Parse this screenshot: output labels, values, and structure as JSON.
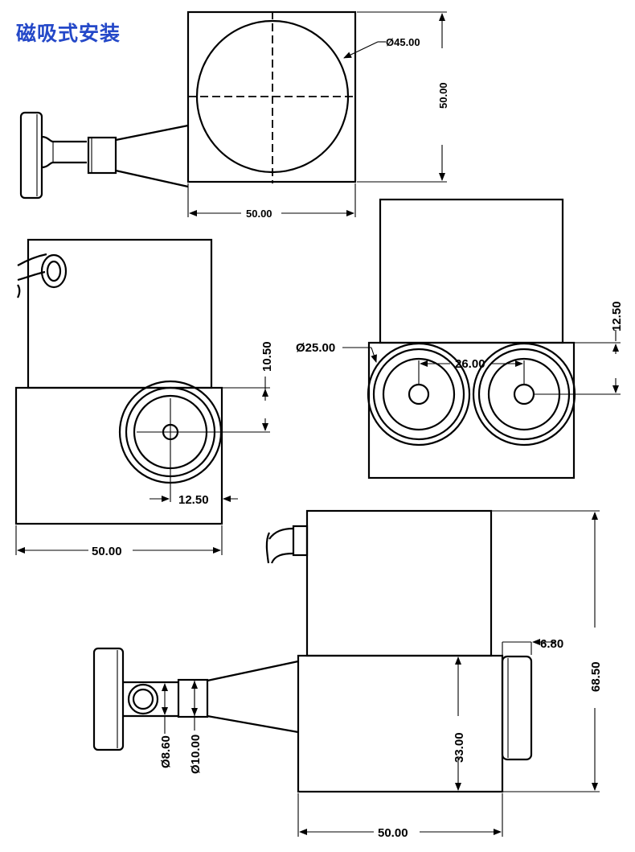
{
  "title": "磁吸式安装",
  "dimensions": {
    "top_diameter": "Ø45.00",
    "top_height": "50.00",
    "top_width": "50.00",
    "left_offset_v": "10.50",
    "left_offset_h": "12.50",
    "left_width": "50.00",
    "right_hole_diameter": "Ø25.00",
    "right_spacing": "26.00",
    "right_offset": "12.50",
    "front_magnet": "6.80",
    "front_height": "68.50",
    "front_body_height": "33.00",
    "front_d1": "Ø8.60",
    "front_d2": "Ø10.00",
    "front_width": "50.00"
  }
}
